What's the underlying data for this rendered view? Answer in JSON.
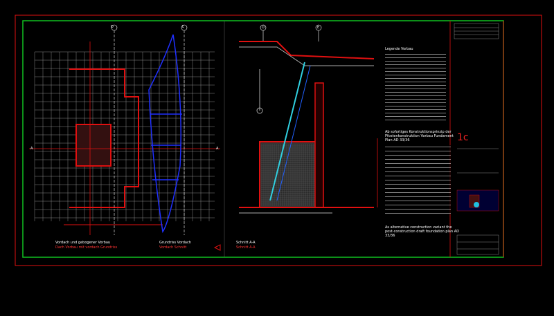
{
  "drawing": {
    "left_title": "Vordach und gebogener Vorbau",
    "left_subtitle": "Dach Vorbau mit vordach Grundriss",
    "middle_title": "Grundriss Vordach",
    "middle_subtitle": "Vordach Schnitt",
    "section_title": "Schnitt A-A",
    "section_subtitle": "Schnitt A-A",
    "notes_heading": "Legende Vorbau",
    "project_text_de": "Ab sofortiges Konstruktionsprinzip der Pfostenkonstruktion Vorbau Fundament Plan AD 33/36",
    "project_text_en": "As alternative construction variant the post-construction draft foundation plan AD 33/36",
    "sheet_id": "1c",
    "axis_labels": [
      "D",
      "E",
      "D",
      "E"
    ],
    "section_marks": [
      "A",
      "A"
    ],
    "colors": {
      "frame_red": "#e01010",
      "frame_green": "#10c020",
      "detail_blue": "#2030ff",
      "glass_cyan": "#30d0e0"
    }
  }
}
